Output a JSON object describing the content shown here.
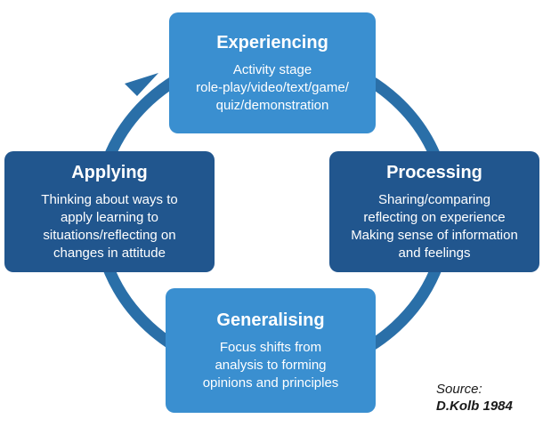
{
  "colors": {
    "cycle": "#2a6fa8",
    "light_box": "#3a8fd0",
    "dark_box": "#21568e"
  },
  "stages": {
    "experiencing": {
      "title": "Experiencing",
      "lines": [
        "Activity stage",
        "role-play/video/text/game/",
        "quiz/demonstration"
      ]
    },
    "processing": {
      "title": "Processing",
      "lines": [
        "Sharing/comparing",
        "reflecting on experience",
        "Making sense of information",
        "and feelings"
      ]
    },
    "generalising": {
      "title": "Generalising",
      "lines": [
        "Focus shifts from",
        "analysis to forming",
        "opinions and principles"
      ]
    },
    "applying": {
      "title": "Applying",
      "lines": [
        "Thinking about ways to",
        "apply learning to",
        "situations/reflecting on",
        "changes in attitude"
      ]
    }
  },
  "source": {
    "label": "Source:",
    "name": "D.Kolb 1984"
  }
}
